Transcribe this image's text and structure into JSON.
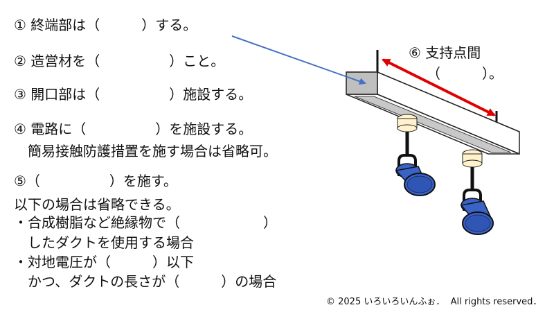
{
  "lines": {
    "l1": "① 終端部は（　　　）する。",
    "l2": "② 造営材を（　　　　　）こと。",
    "l3": "③ 開口部は（　　　　　）施設する。",
    "l4": "④ 電路に（　　　　　）を施設する。",
    "l5": "　簡易接触防護措置を施す場合は省略可。",
    "l6": "⑤（　　　　　）を施す。",
    "l7": "以下の場合は省略できる。",
    "l8": "・合成樹脂など絶縁物で（　　　　　　）",
    "l9": "　したダクトを使用する場合",
    "l10": "・対地電圧が（　　　）以下",
    "l11": "　かつ、ダクトの長さが（　　　）の場合"
  },
  "support_label": "⑥ 支持点間",
  "support_blank": "（　　　）。",
  "copyright": "© 2025 いろいろいんふぉ．  All rights reserved．",
  "colors": {
    "pointer_arrow": "#4472C4",
    "span_arrow": "#E00000",
    "spot_blue": "#3A63C8",
    "duct_end": "#BFBFBF",
    "socket": "#FFF2CC"
  }
}
